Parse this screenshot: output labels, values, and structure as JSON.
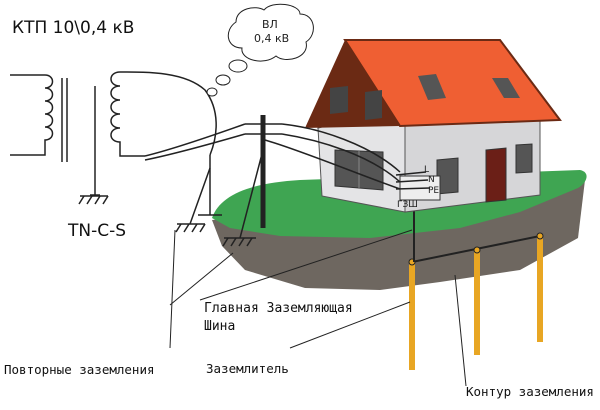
{
  "diagram": {
    "title": "КТП 10\\0,4 кВ",
    "cloud_line1": "ВЛ",
    "cloud_line2": "0,4 кВ",
    "system_label": "TN-C-S",
    "pe_labels": [
      "L",
      "N",
      "PE"
    ],
    "panel_label": "ГЗШ",
    "callouts": {
      "main_bus_line1": "Главная Заземляющая",
      "main_bus_line2": "Шина",
      "repeat_grounding": "Повторные заземления",
      "ground_electrode": "Заземлитель",
      "ground_loop": "Контур заземления"
    },
    "colors": {
      "roof": "#ef5f33",
      "roof_edge": "#6b2a14",
      "grass": "#3fa552",
      "soil": "#6e6760",
      "rods": "#e8a623",
      "wall": "#e4e4e6"
    }
  }
}
